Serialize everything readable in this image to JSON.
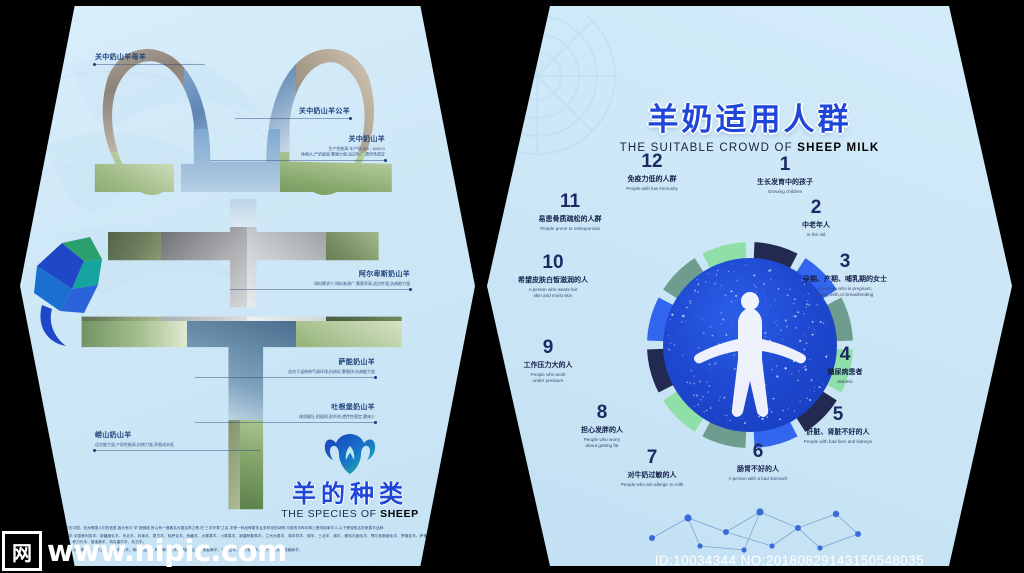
{
  "watermark": {
    "logo_glyph": "网",
    "site": "www.nipic.com"
  },
  "id_line": "ID:10034344 NO:20180829143150548035",
  "left_poster": {
    "logo": {
      "icon": "ram-head-icon",
      "title_cn": "羊的种类",
      "title_en_light": "THE SPECIES OF ",
      "title_en_bold": "SHEEP"
    },
    "callouts": [
      {
        "cn": "关中奶山羊母羊",
        "desc": "",
        "side": "left"
      },
      {
        "cn": "关中奶山羊公羊",
        "desc": "",
        "side": "right"
      },
      {
        "cn": "关中奶山羊",
        "desc": "生产性能高,年产奶 450 - 600KG\n体格大,产奶量高,繁殖力强,适应性广,遗传性稳定",
        "side": "right"
      },
      {
        "cn": "阿尔卑斯奶山羊",
        "desc": "饲料需求少,饲料来源广,繁殖率高,适应性强,抗病能力强",
        "side": "right"
      },
      {
        "cn": "萨能奶山羊",
        "desc": "适合于温热带气候环境,抗病好,繁殖快,抗病能力强",
        "side": "right"
      },
      {
        "cn": "吐根堡奶山羊",
        "desc": "体质健壮,耐粗饲,耐炎热,遗传性稳定,膻味少",
        "side": "right"
      },
      {
        "cn": "崂山奶山羊",
        "desc": "适应能力强,产奶性能高,抗病力强,养殖成本低",
        "side": "left"
      }
    ],
    "footer_paragraphs": [
      "羊在中国、亚洲等国人们的信里,因为有与“羊”造微统,所以有一首著名为国名称之称,在“三羊开泰”之名,羊是一种品种繁多且多样化的动物,可用的羊种中典上是肉用家羊人,以下是较知名的家族羊品种:",
      "绵羊:中国美利奴羊、新疆细毛羊、东北羊、林肯羊、蒙古羊、哈萨克羊、西藏羊、大尾寒羊、小尾寒羊、新疆阿勒泰羊、兰州大尾羊、湖羊同羊、湖羊、三北羊、滩羊、察哈尔细毛羊、鄂尔多斯细毛羊、罗姆尼羊、萨福克羊、考力代羊、夏洛莱羊、特克塞尔羊、杜泊羊。",
      "山羊:南江黄羊、波尔山羊、关中奶山羊、崂山奶山羊、阿尔卑斯山羊、萨能奶山羊、成都麻羊、中卫山羊、济宁青山羊、辽宁绒山羊、成都麻羊。"
    ]
  },
  "right_poster": {
    "title_cn": "羊奶适用人群",
    "title_en_light": "THE SUITABLE CROWD OF ",
    "title_en_bold": "SHEEP MILK",
    "segments": [
      {
        "num": "1",
        "cn": "生长发育中的孩子",
        "en": "Growing children",
        "color": "#232a52"
      },
      {
        "num": "2",
        "cn": "中老年人",
        "en": "In the old",
        "color": "#3366ee"
      },
      {
        "num": "3",
        "cn": "孕期、产期、哺乳期的女士",
        "en": "A woman who is pregnant,\ngiving birth,or breastfeeding",
        "color": "#6e9c8e"
      },
      {
        "num": "4",
        "cn": "糖尿病患者",
        "en": "diabetic",
        "color": "#8fe0a8"
      },
      {
        "num": "5",
        "cn": "肝脏、肾脏不好的人",
        "en": "People with bad liver and kidneys",
        "color": "#232a52"
      },
      {
        "num": "6",
        "cn": "肠胃不好的人",
        "en": "A person with a bad stomach",
        "color": "#3366ee"
      },
      {
        "num": "7",
        "cn": "对牛奶过敏的人",
        "en": "People who are allergic to milk",
        "color": "#6e9c8e"
      },
      {
        "num": "8",
        "cn": "担心发胖的人",
        "en": "People who worry\nabout getting fat",
        "color": "#8fe0a8"
      },
      {
        "num": "9",
        "cn": "工作压力大的人",
        "en": "People who work\nunder pressure",
        "color": "#232a52"
      },
      {
        "num": "10",
        "cn": "希望皮肤白皙滋润的人",
        "en": "A person who wants fair\nskin and moist skin",
        "color": "#3366ee"
      },
      {
        "num": "11",
        "cn": "易患骨质疏松的人群",
        "en": "People prone to osteoporosis",
        "color": "#6e9c8e"
      },
      {
        "num": "12",
        "cn": "免疫力低的人群",
        "en": "People with low immunity",
        "color": "#8fe0a8"
      }
    ]
  },
  "colors": {
    "panel_bg": "#cfe9f7",
    "accent_blue": "#1e46d8",
    "core_blue": "#1f49d2",
    "navy": "#232a52",
    "green_light": "#8fe0a8",
    "green_sage": "#6e9c8e",
    "black": "#000000"
  }
}
